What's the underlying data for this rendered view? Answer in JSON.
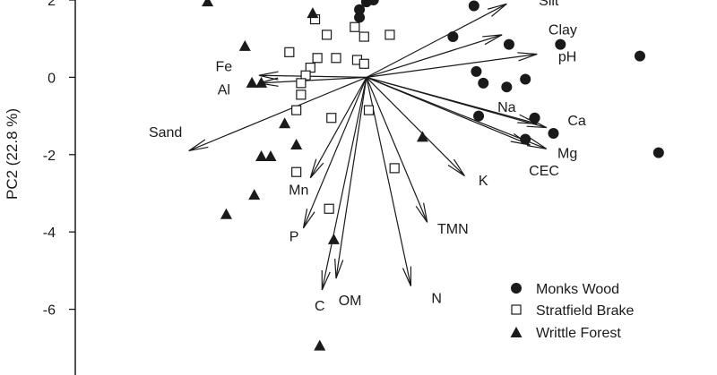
{
  "chart_data": {
    "type": "scatter",
    "ylabel": "PC2 (22.8 %)",
    "xlim": [
      -6.23,
      7.5
    ],
    "ylim": [
      -7.7,
      2.0
    ],
    "yticks": [
      2,
      0,
      -2,
      -4,
      -6
    ],
    "legend_position": "bottom-right",
    "series": [
      {
        "name": "Monks Wood",
        "marker": "filled-circle",
        "points": [
          [
            -0.15,
            1.75
          ],
          [
            -0.15,
            1.55
          ],
          [
            0.0,
            1.95
          ],
          [
            0.15,
            2.0
          ],
          [
            2.3,
            1.85
          ],
          [
            1.85,
            1.05
          ],
          [
            3.05,
            0.85
          ],
          [
            4.15,
            0.85
          ],
          [
            5.85,
            0.55
          ],
          [
            2.35,
            0.15
          ],
          [
            2.5,
            -0.15
          ],
          [
            3.0,
            -0.25
          ],
          [
            3.4,
            -0.05
          ],
          [
            2.4,
            -1.0
          ],
          [
            3.6,
            -1.05
          ],
          [
            3.4,
            -1.6
          ],
          [
            4.0,
            -1.45
          ],
          [
            6.25,
            -1.95
          ]
        ]
      },
      {
        "name": "Stratfield Brake",
        "marker": "open-square",
        "points": [
          [
            -1.1,
            1.5
          ],
          [
            -0.85,
            1.1
          ],
          [
            -0.25,
            1.3
          ],
          [
            -0.05,
            1.05
          ],
          [
            0.5,
            1.1
          ],
          [
            -1.65,
            0.65
          ],
          [
            -1.05,
            0.5
          ],
          [
            -0.65,
            0.5
          ],
          [
            -0.2,
            0.45
          ],
          [
            -0.05,
            0.35
          ],
          [
            -1.2,
            0.25
          ],
          [
            -1.3,
            0.05
          ],
          [
            -1.4,
            -0.15
          ],
          [
            -1.4,
            -0.45
          ],
          [
            -1.5,
            -0.85
          ],
          [
            -0.75,
            -1.05
          ],
          [
            0.05,
            -0.85
          ],
          [
            -1.5,
            -2.45
          ],
          [
            -0.8,
            -3.4
          ],
          [
            0.6,
            -2.35
          ]
        ]
      },
      {
        "name": "Writtle Forest",
        "marker": "filled-triangle",
        "points": [
          [
            -3.4,
            1.95
          ],
          [
            -1.15,
            1.65
          ],
          [
            -2.6,
            0.8
          ],
          [
            -2.25,
            -0.15
          ],
          [
            -2.45,
            -0.15
          ],
          [
            -1.75,
            -1.2
          ],
          [
            -1.5,
            -1.75
          ],
          [
            -2.25,
            -2.05
          ],
          [
            -2.05,
            -2.05
          ],
          [
            -2.4,
            -3.05
          ],
          [
            -3.0,
            -3.55
          ],
          [
            -0.7,
            -4.2
          ],
          [
            -1.0,
            -6.95
          ],
          [
            1.2,
            -1.55
          ]
        ]
      }
    ],
    "vectors": [
      {
        "label": "Silt",
        "end": [
          3.0,
          1.9
        ]
      },
      {
        "label": "Clay",
        "end": [
          2.9,
          1.1
        ]
      },
      {
        "label": "pH",
        "end": [
          3.65,
          0.6
        ]
      },
      {
        "label": "Fe",
        "end": [
          -2.3,
          0.05
        ]
      },
      {
        "label": "Al",
        "end": [
          -2.3,
          -0.15
        ]
      },
      {
        "label": "Sand",
        "end": [
          -3.8,
          -1.9
        ]
      },
      {
        "label": "Na",
        "end": [
          3.65,
          -1.2
        ]
      },
      {
        "label": "Ca",
        "end": [
          3.85,
          -1.3
        ]
      },
      {
        "label": "Mg",
        "end": [
          3.85,
          -1.85
        ]
      },
      {
        "label": "CEC",
        "end": [
          3.5,
          -1.75
        ]
      },
      {
        "label": "K",
        "end": [
          2.1,
          -2.55
        ]
      },
      {
        "label": "TMN",
        "end": [
          1.3,
          -3.75
        ]
      },
      {
        "label": "N",
        "end": [
          0.95,
          -5.4
        ]
      },
      {
        "label": "Mn",
        "end": [
          -1.2,
          -2.6
        ]
      },
      {
        "label": "P",
        "end": [
          -1.35,
          -3.9
        ]
      },
      {
        "label": "OM",
        "end": [
          -0.65,
          -5.2
        ]
      },
      {
        "label": "C",
        "end": [
          -0.95,
          -5.5
        ]
      }
    ],
    "vector_labels": [
      {
        "text": "Silt",
        "at": [
          3.9,
          2.0
        ]
      },
      {
        "text": "Clay",
        "at": [
          4.2,
          1.25
        ]
      },
      {
        "text": "pH",
        "at": [
          4.3,
          0.55
        ]
      },
      {
        "text": "Fe",
        "at": [
          -3.05,
          0.3
        ]
      },
      {
        "text": "Al",
        "at": [
          -3.05,
          -0.3
        ]
      },
      {
        "text": "Sand",
        "at": [
          -4.3,
          -1.4
        ]
      },
      {
        "text": "Na",
        "at": [
          3.0,
          -0.75
        ]
      },
      {
        "text": "Ca",
        "at": [
          4.5,
          -1.1
        ]
      },
      {
        "text": "Mg",
        "at": [
          4.3,
          -1.95
        ]
      },
      {
        "text": "CEC",
        "at": [
          3.8,
          -2.4
        ]
      },
      {
        "text": "K",
        "at": [
          2.5,
          -2.65
        ]
      },
      {
        "text": "TMN",
        "at": [
          1.85,
          -3.9
        ]
      },
      {
        "text": "N",
        "at": [
          1.5,
          -5.7
        ]
      },
      {
        "text": "Mn",
        "at": [
          -1.45,
          -2.9
        ]
      },
      {
        "text": "P",
        "at": [
          -1.55,
          -4.1
        ]
      },
      {
        "text": "OM",
        "at": [
          -0.35,
          -5.75
        ]
      },
      {
        "text": "C",
        "at": [
          -1.0,
          -5.9
        ]
      }
    ]
  }
}
